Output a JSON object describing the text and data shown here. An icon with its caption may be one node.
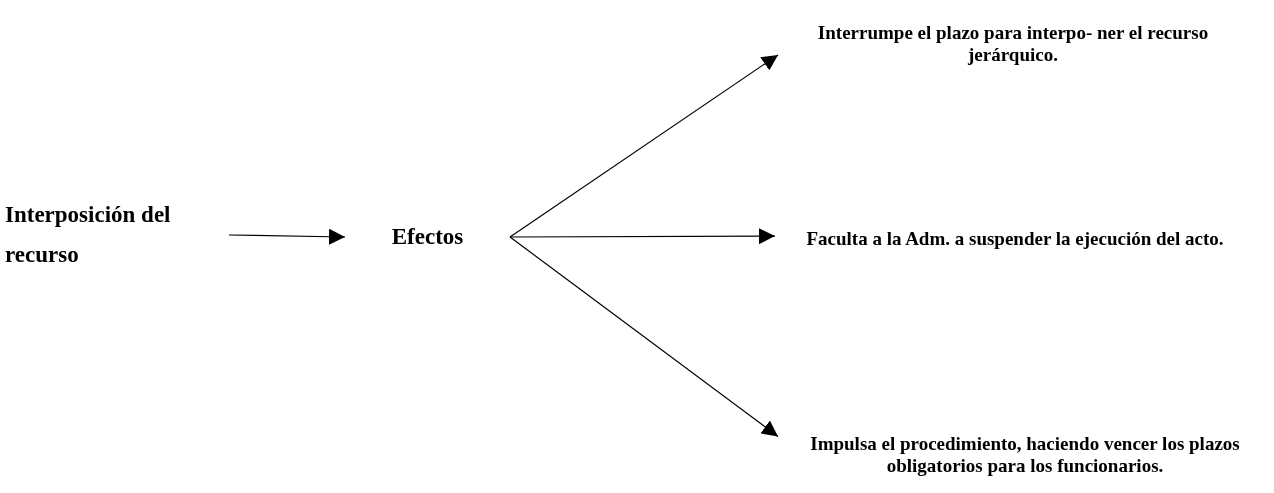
{
  "diagram": {
    "nodes": [
      {
        "text": [
          "Interposición del recurso"
        ]
      },
      {
        "text": [
          "Efectos"
        ]
      },
      {
        "text": [
          "Interrumpe el plazo para interpo- ner el recurso jerárquico."
        ]
      },
      {
        "text": [
          "Faculta a la Adm. a suspender la ejecución del acto."
        ]
      },
      {
        "text": [
          "Impulsa el procedimiento, haciendo vencer los plazos obligatorios para los funcionarios."
        ]
      }
    ],
    "edges": [
      {
        "from": 0,
        "to": 1,
        "arrow": "to"
      },
      {
        "from": 1,
        "to": 2,
        "arrow": "to"
      },
      {
        "from": 1,
        "to": 3,
        "arrow": "to"
      },
      {
        "from": 1,
        "to": 4,
        "arrow": "to"
      }
    ]
  }
}
